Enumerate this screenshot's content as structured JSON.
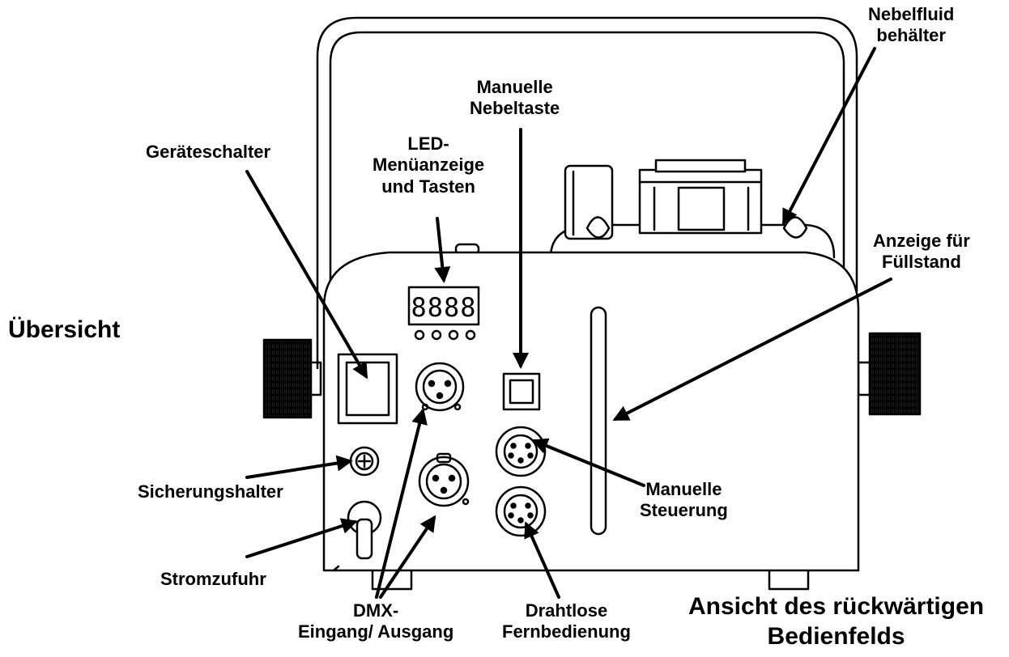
{
  "colors": {
    "ink": "#000000",
    "paper": "#ffffff"
  },
  "labels": {
    "overview": "Übersicht",
    "fluid_tank": [
      "Nebelfluid",
      "behälter"
    ],
    "manual_fog_button": [
      "Manuelle",
      "Nebeltaste"
    ],
    "led_menu": [
      "LED-",
      "Menüanzeige",
      "und Tasten"
    ],
    "power_switch": "Geräteschalter",
    "fill_level": [
      "Anzeige für",
      "Füllstand"
    ],
    "fuse_holder": "Sicherungshalter",
    "power_input": "Stromzufuhr",
    "dmx": [
      "DMX-",
      "Eingang/ Ausgang"
    ],
    "wireless_remote": [
      "Drahtlose",
      "Fernbedienung"
    ],
    "manual_control": [
      "Manuelle",
      "Steuerung"
    ],
    "view_title": [
      "Ansicht des rückwärtigen",
      "Bedienfelds"
    ]
  },
  "display": {
    "digits": "8888"
  }
}
